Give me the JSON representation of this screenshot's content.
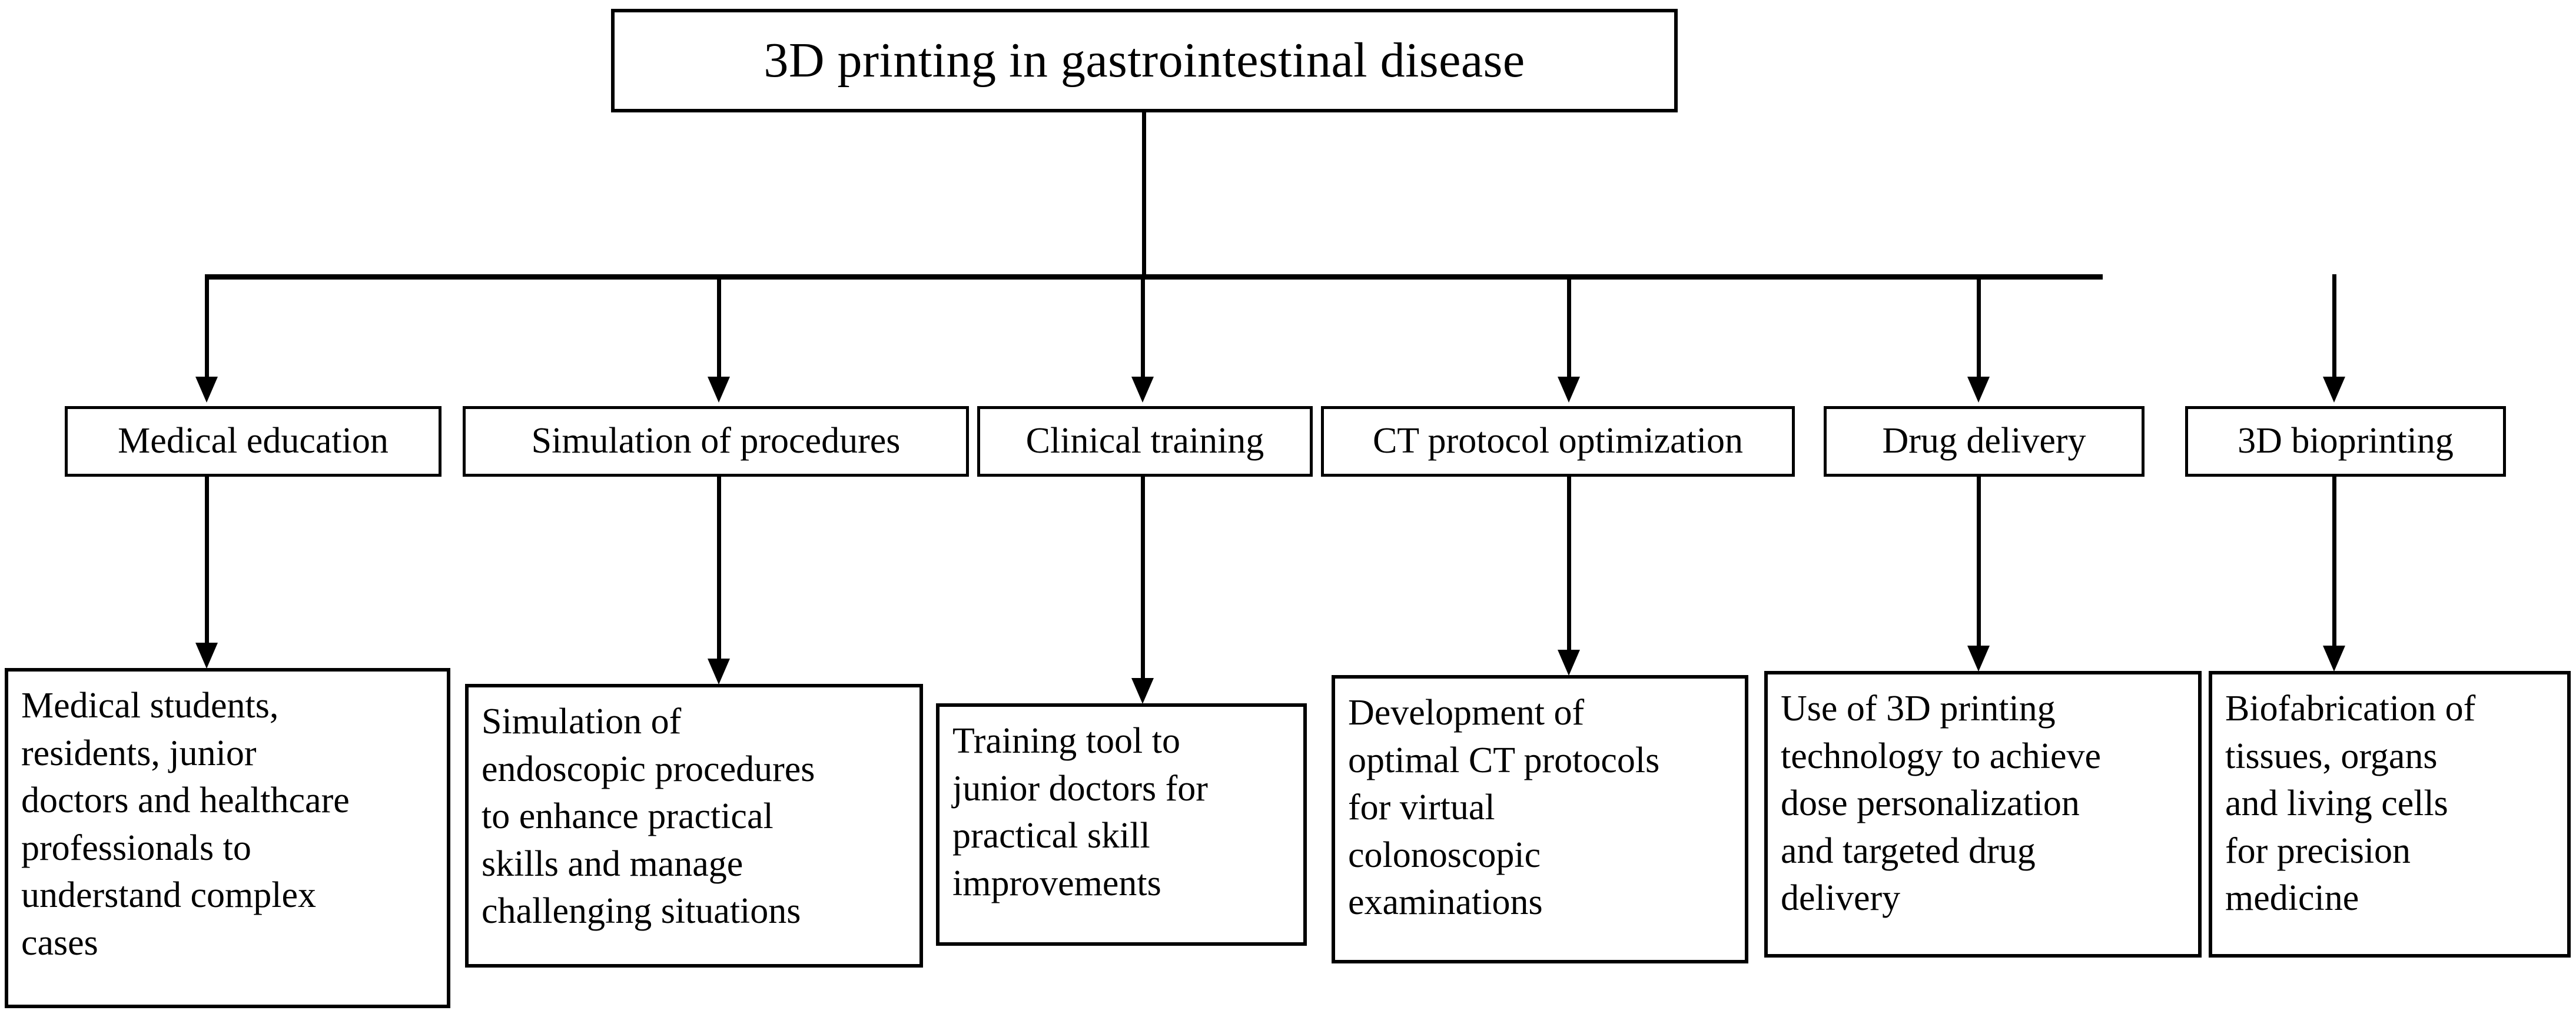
{
  "diagram": {
    "title": "3D printing in gastrointestinal disease",
    "categories": [
      {
        "label": "Medical education"
      },
      {
        "label": "Simulation of procedures"
      },
      {
        "label": "Clinical training"
      },
      {
        "label": "CT protocol optimization"
      },
      {
        "label": "Drug delivery"
      },
      {
        "label": "3D bioprinting"
      }
    ],
    "details": [
      {
        "text": "Medical students,\nresidents, junior\ndoctors and healthcare\nprofessionals to\nunderstand complex\ncases"
      },
      {
        "text": "Simulation of\nendoscopic procedures\nto enhance practical\nskills and manage\nchallenging situations"
      },
      {
        "text": "Training tool to\njunior doctors for\npractical skill\nimprovements"
      },
      {
        "text": "Development of\noptimal CT protocols\nfor virtual\ncolonoscopic\nexaminations"
      },
      {
        "text": "Use of 3D printing\ntechnology to achieve\ndose personalization\nand targeted drug\ndelivery"
      },
      {
        "text": "Biofabrication of\ntissues, organs\nand living cells\nfor precision\nmedicine"
      }
    ],
    "colors": {
      "stroke": "#000000",
      "fill": "#ffffff",
      "text": "#000000"
    }
  },
  "chart_data": {
    "type": "diagram",
    "subtype": "tree-flowchart",
    "title": "3D printing in gastrointestinal disease",
    "levels": 3,
    "root": "3D printing in gastrointestinal disease",
    "branches": [
      {
        "category": "Medical education",
        "detail": "Medical students, residents, junior doctors and healthcare professionals to understand complex cases"
      },
      {
        "category": "Simulation of procedures",
        "detail": "Simulation of endoscopic procedures to enhance practical skills and manage challenging situations"
      },
      {
        "category": "Clinical training",
        "detail": "Training tool to junior doctors for practical skill improvements"
      },
      {
        "category": "CT protocol optimization",
        "detail": "Development of optimal CT protocols for virtual colonoscopic examinations"
      },
      {
        "category": "Drug delivery",
        "detail": "Use of 3D printing technology to achieve dose personalization and targeted drug delivery"
      },
      {
        "category": "3D bioprinting",
        "detail": "Biofabrication of tissues, organs and living cells for precision medicine"
      }
    ]
  }
}
